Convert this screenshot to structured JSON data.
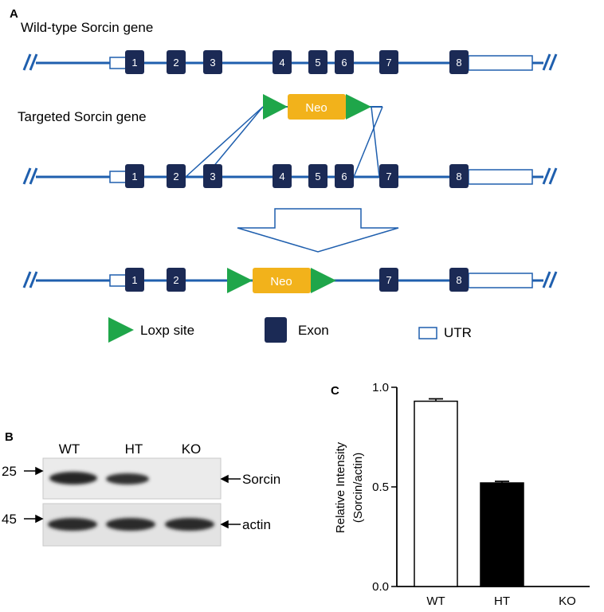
{
  "panel_labels": {
    "a": "A",
    "b": "B",
    "c": "C"
  },
  "panel_a": {
    "wildtype_title": "Wild-type Sorcin gene",
    "targeted_title": "Targeted Sorcin gene",
    "neo_label": "Neo",
    "wildtype_exons": [
      "1",
      "2",
      "3",
      "4",
      "5",
      "6",
      "7",
      "8"
    ],
    "targeted_exons": [
      "1",
      "2",
      "3",
      "4",
      "5",
      "6",
      "7",
      "8"
    ],
    "result_exons": [
      "1",
      "2",
      "7",
      "8"
    ],
    "legend": {
      "loxp": "Loxp site",
      "exon": "Exon",
      "utr": "UTR"
    },
    "colors": {
      "line": "#1f5fae",
      "exon": "#1b2a55",
      "neo": "#f2b21b",
      "loxp": "#1fa64a"
    }
  },
  "panel_b": {
    "lanes": [
      "WT",
      "HT",
      "KO"
    ],
    "markers": [
      "25",
      "45"
    ],
    "bands": [
      "Sorcin",
      "actin"
    ]
  },
  "chart_data": {
    "type": "bar",
    "categories": [
      "WT",
      "HT",
      "KO"
    ],
    "values": [
      0.93,
      0.52,
      0.0
    ],
    "errors": [
      0.012,
      0.008,
      0.0
    ],
    "bar_colors": [
      "#ffffff",
      "#000000",
      "#000000"
    ],
    "ylabel": "Relative Intensity (Sorcin/actin)",
    "ylabel_lines": [
      "Relative Intensity",
      "(Sorcin/actin)"
    ],
    "ylim": [
      0.0,
      1.0
    ],
    "yticks": [
      "0.0",
      "0.5",
      "1.0"
    ],
    "ytick_values": [
      0.0,
      0.5,
      1.0
    ]
  }
}
